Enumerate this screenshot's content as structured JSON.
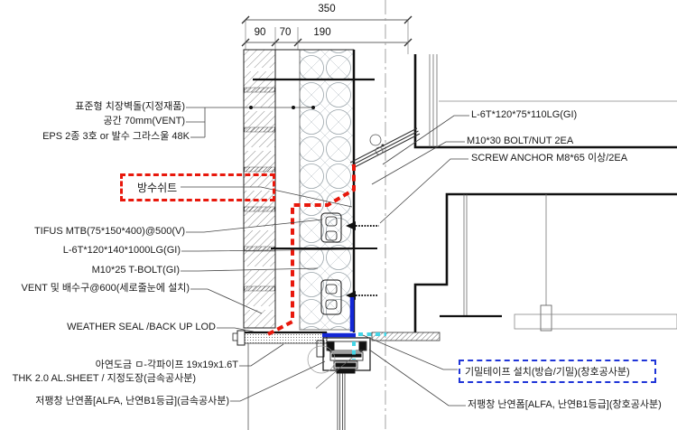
{
  "drawing": {
    "title_hint": "wall-section-window-head-detail",
    "dims": {
      "total": "350",
      "p1": "90",
      "p2": "70",
      "p3": "190"
    },
    "labels_left": {
      "standard_brick": "표준형 치장벽돌(지정재품)",
      "cavity": "공간 70mm(VENT)",
      "eps": "EPS 2종 3호 or 발수 그라스울 48K",
      "tifus": "TIFUS MTB(75*150*400)@500(V)",
      "angle140": "L-6T*120*140*1000LG(GI)",
      "tbolt": "M10*25 T-BOLT(GI)",
      "vent_drain": "VENT 및 배수구@600(세로줄눈에 설치)",
      "weather_seal": "WEATHER SEAL /BACK UP LOD",
      "pipe": "아연도금 ㅁ-각파이프 19x19x1.6T",
      "al_sheet": "THK 2.0 AL.SHEET / 지정도장(금속공사분)",
      "foam_metal": "저팽창 난연폼[ALFA, 난연B1등급](금속공사분)"
    },
    "labels_right": {
      "angle75": "L-6T*120*75*110LG(GI)",
      "bolt30": "M10*30 BOLT/NUT 2EA",
      "screw_anchor": "SCREW ANCHOR M8*65 이상/2EA",
      "foam_window": "저팽창 난연폼[ALFA, 난연B1등급](창호공사분)"
    },
    "boxed_tags": {
      "waterproof_sheet": "방수쉬트",
      "airtight_tape": "기밀테이프 설치(방습/기밀)(창호공사분)"
    },
    "colors": {
      "waterproof_red": "#e8180c",
      "airtight_blue": "#1327d6",
      "tape_cyan": "#45d5e6",
      "line_black": "#1a1a1a"
    }
  }
}
